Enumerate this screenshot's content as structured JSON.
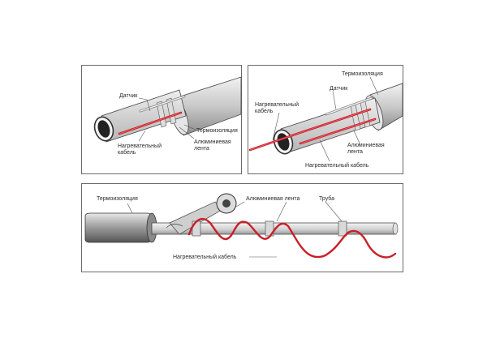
{
  "panel_top_left": {
    "sensor": "Датчик",
    "insulation": "Термоизоляция",
    "cable_line1": "Нагревательный",
    "cable_line2": "кабель",
    "tape_line1": "Алюминиевая",
    "tape_line2": "лента"
  },
  "panel_top_right": {
    "insulation": "Термоизоляция",
    "sensor": "Датчик",
    "cable_line1": "Нагревательный",
    "cable_line2": "кабель",
    "tape_line1": "Алюминиевая",
    "tape_line2": "лента",
    "cable_bottom": "Нагревательный кабель"
  },
  "panel_bottom": {
    "insulation": "Термоизоляция",
    "tape": "Алюминиевая лента",
    "pipe": "Труба",
    "cable": "Нагревательный кабель"
  },
  "colors": {
    "cable": "#c8202a",
    "pipe": "#d4d4d4",
    "outline": "#444444",
    "panel_border": "#6a6a6a"
  }
}
